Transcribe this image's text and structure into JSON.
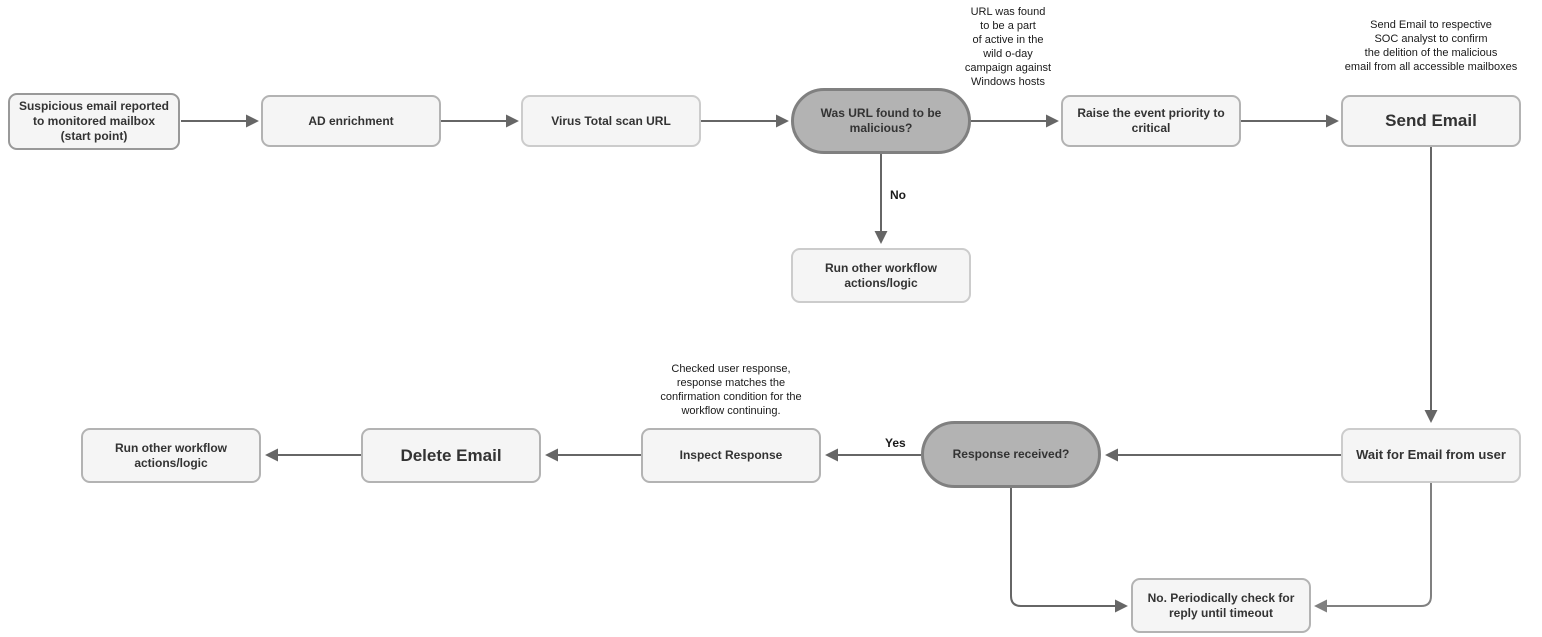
{
  "diagram": {
    "type": "flowchart",
    "nodes": {
      "start": {
        "label": "Suspicious email reported to monitored mailbox (start point)",
        "shape": "process"
      },
      "ad_enrichment": {
        "label": "AD enrichment",
        "shape": "process"
      },
      "virus_total": {
        "label": "Virus Total scan URL",
        "shape": "process"
      },
      "url_malicious": {
        "label": "Was URL found to be malicious?",
        "shape": "decision"
      },
      "raise_priority": {
        "label": "Raise the event priority to critical",
        "shape": "process"
      },
      "send_email": {
        "label": "Send Email",
        "shape": "process"
      },
      "run_other_top": {
        "label": "Run other workflow actions/logic",
        "shape": "process"
      },
      "run_other_left": {
        "label": "Run other workflow actions/logic",
        "shape": "process"
      },
      "delete_email": {
        "label": "Delete Email",
        "shape": "process"
      },
      "inspect_response": {
        "label": "Inspect Response",
        "shape": "process"
      },
      "response_received": {
        "label": "Response received?",
        "shape": "decision"
      },
      "wait_for_email": {
        "label": "Wait for Email from user",
        "shape": "process"
      },
      "periodic_check": {
        "label": "No. Periodically check for reply until timeout",
        "shape": "process"
      }
    },
    "annotations": {
      "zero_day_campaign": "URL was found\nto be a part\nof active in the\nwild o-day\ncampaign against\nWindows hosts",
      "send_email_note": "Send Email to respective\nSOC analyst to confirm\nthe delition of the malicious\nemail from all accessible mailboxes",
      "inspect_response_note": "Checked user response,\nresponse matches the\nconfirmation condition for the\nworkflow continuing."
    },
    "edge_labels": {
      "no": "No",
      "yes": "Yes"
    },
    "colors": {
      "node_fill": "#f5f5f5",
      "node_border": "#999999",
      "node_border_light": "#cccccc",
      "decision_fill": "#b3b3b3",
      "decision_border": "#808080",
      "arrow": "#666666",
      "arrow_light": "#808080",
      "text": "#333333",
      "background": "#ffffff"
    }
  }
}
